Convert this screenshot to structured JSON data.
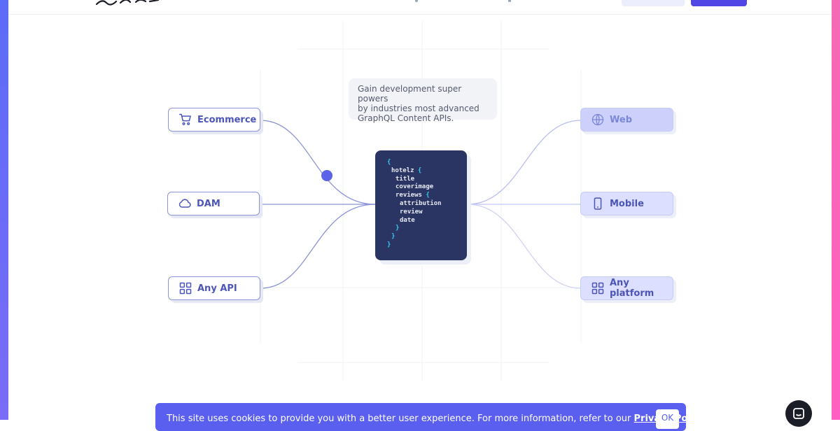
{
  "colors": {
    "accent": "#5b63e8",
    "line": "#8c94d6",
    "card": "#2a3564",
    "brace": "#38c8f0"
  },
  "header": {
    "logo_icon": "hygraph-logo-icon"
  },
  "callout": {
    "text": "Gain development super powers\nby industries most advanced\nGraphQL Content APIs."
  },
  "sources": [
    {
      "label": "Ecommerce",
      "icon": "cart-icon"
    },
    {
      "label": "DAM",
      "icon": "cloud-icon"
    },
    {
      "label": "Any API",
      "icon": "grid-icon"
    }
  ],
  "targets": [
    {
      "label": "Web",
      "icon": "globe-icon"
    },
    {
      "label": "Mobile",
      "icon": "mobile-icon"
    },
    {
      "label": "Any platform",
      "icon": "grid-icon"
    }
  ],
  "code": {
    "lines": [
      {
        "indent": 0,
        "text": "{",
        "kind": "brace"
      },
      {
        "indent": 1,
        "text": "hotelz",
        "suffix": "{",
        "kind": "field"
      },
      {
        "indent": 2,
        "text": "title",
        "kind": "field"
      },
      {
        "indent": 2,
        "text": "coverimage",
        "kind": "field"
      },
      {
        "indent": 2,
        "text": "reviews",
        "suffix": "{",
        "kind": "field"
      },
      {
        "indent": 3,
        "text": "attribution",
        "kind": "field"
      },
      {
        "indent": 3,
        "text": "review",
        "kind": "field"
      },
      {
        "indent": 3,
        "text": "date",
        "kind": "field"
      },
      {
        "indent": 2,
        "text": "}",
        "kind": "brace"
      },
      {
        "indent": 1,
        "text": "}",
        "kind": "brace"
      },
      {
        "indent": 0,
        "text": "}",
        "kind": "brace"
      }
    ]
  },
  "cookie": {
    "text": "This site uses cookies to provide you with a better user experience. For more information, refer to our ",
    "link": "Privacy Policy",
    "ok": "OK"
  },
  "chat": {
    "icon": "chat-icon"
  }
}
